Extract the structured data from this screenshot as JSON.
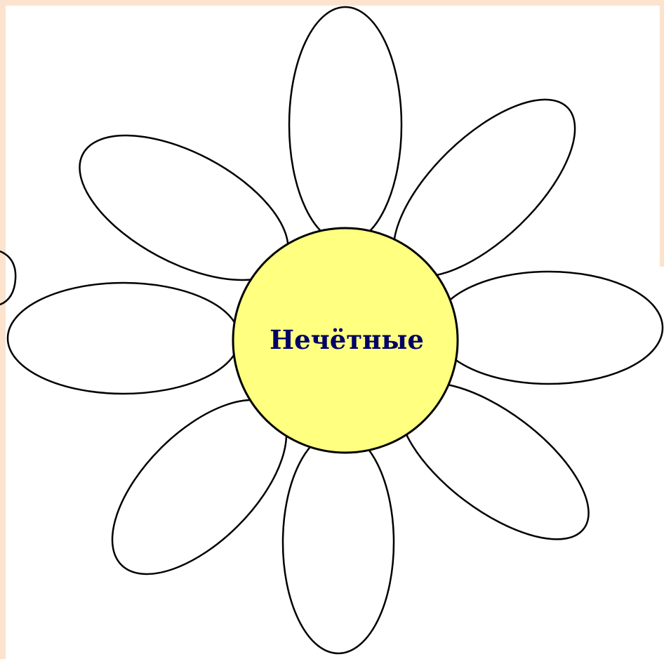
{
  "center": {
    "label": "Нечётные",
    "fill_color": "#FFFF80",
    "label_color": "#000066"
  },
  "colors": {
    "frame": "#FCE3CE",
    "petal_fill": "#FFFFFF",
    "outline": "#000000"
  },
  "petals": [
    {
      "name": "petal-top"
    },
    {
      "name": "petal-top-right"
    },
    {
      "name": "petal-right"
    },
    {
      "name": "petal-bottom-right"
    },
    {
      "name": "petal-bottom"
    },
    {
      "name": "petal-bottom-left"
    },
    {
      "name": "petal-left"
    },
    {
      "name": "petal-top-left"
    }
  ]
}
